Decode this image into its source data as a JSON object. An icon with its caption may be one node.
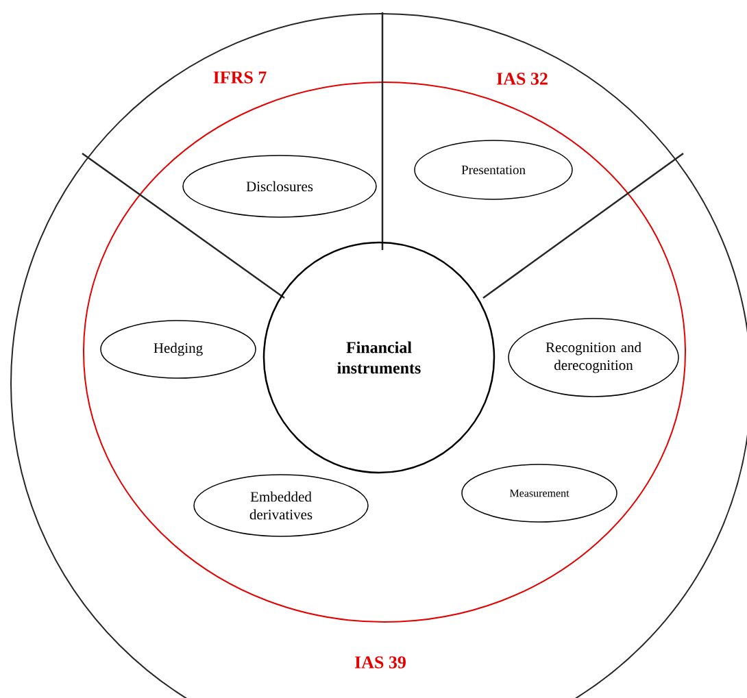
{
  "diagram": {
    "nodes": [
      {
        "text": [
          "Financial instruments"
        ]
      },
      {
        "text": [
          "Disclosures"
        ]
      },
      {
        "text": [
          "Presentation"
        ]
      },
      {
        "text": [
          "Hedging"
        ]
      },
      {
        "text": [
          "Recognition and derecognition"
        ]
      },
      {
        "text": [
          "Embedded derivatives"
        ]
      },
      {
        "text": [
          "Measurement"
        ]
      }
    ],
    "labels": [
      "IFRS 7",
      "IAS 32",
      "IAS 39"
    ]
  }
}
